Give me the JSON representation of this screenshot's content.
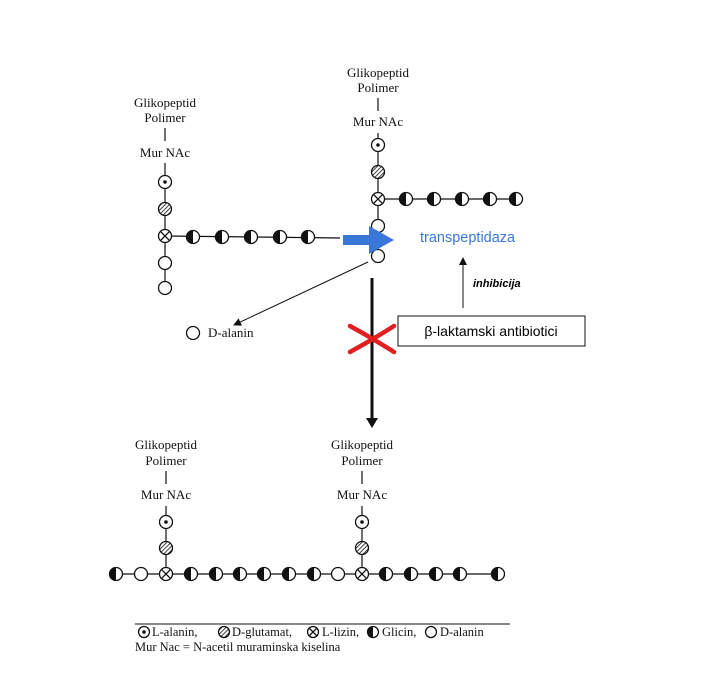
{
  "structures": {
    "top_left": {
      "line1": "Glikopeptid",
      "line2": "Polimer",
      "line3": "Mur NAc"
    },
    "top_right": {
      "line1": "Glikopeptid",
      "line2": "Polimer",
      "line3": "Mur NAc"
    },
    "bottom_left": {
      "line1": "Glikopeptid",
      "line2": "Polimer",
      "line3": "Mur NAc"
    },
    "bottom_right": {
      "line1": "Glikopeptid",
      "line2": "Polimer",
      "line3": "Mur NAc"
    }
  },
  "labels": {
    "enzyme": "transpeptidaza",
    "inhibition": "inhibicija",
    "antibiotic": "β-laktamski antibiotici",
    "released": "D-alanin"
  },
  "legend": {
    "l_alanin": "L-alanin,",
    "d_glutamat": "D-glutamat,",
    "l_lizin": "L-lizin,",
    "glicin": "Glicin,",
    "d_alanin": "D-alanin",
    "footnote": "Mur Nac = N-acetil muraminska kiselina"
  },
  "colors": {
    "enzyme_text": "#3a78d8",
    "enzyme_arrow": "#3a78d8",
    "block_mark": "#e02020",
    "ink": "#111111"
  }
}
